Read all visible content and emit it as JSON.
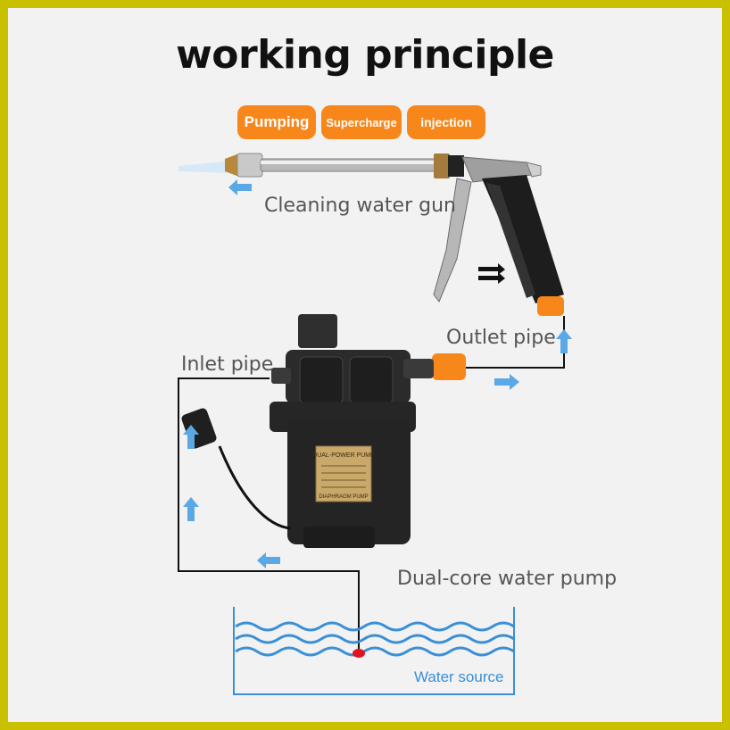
{
  "title": "working principle",
  "stages": [
    {
      "label": "Pumping"
    },
    {
      "label": "Supercharge"
    },
    {
      "label": "injection"
    }
  ],
  "labels": {
    "gun": "Cleaning water gun",
    "outlet": "Outlet pipe",
    "inlet": "Inlet pipe",
    "pump": "Dual-core water pump",
    "water_source": "Water source"
  },
  "pump_plate": {
    "top": "DUAL-POWER PUMP",
    "bottom": "DIAPHRAGM PUMP"
  },
  "colors": {
    "frame": "#c9c000",
    "pill": "#f7861b",
    "arrow": "#5aa9e6",
    "water": "#3a8fd6",
    "pipe": "#111111",
    "fitting": "#f7861b"
  }
}
